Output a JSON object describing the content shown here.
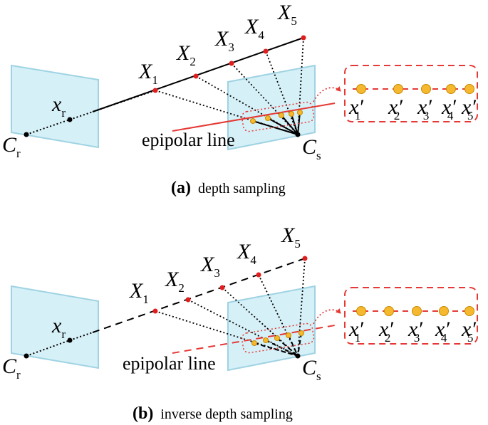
{
  "colors": {
    "plane_fill": "#d6f0f7",
    "plane_stroke": "#9fd3e3",
    "red": "#e53935",
    "red_dot": "#e01e1e",
    "sample": "#f5b82e",
    "sample_stroke": "#c98a00",
    "black": "#000000"
  },
  "panels": [
    {
      "id": "a",
      "caption_letter": "(a)",
      "caption_text": "depth sampling",
      "ref_center": "C",
      "ref_center_sub": "r",
      "src_center": "C",
      "src_center_sub": "s",
      "ref_point": "x",
      "ref_point_sub": "r",
      "epipolar_label": "epipolar line",
      "points": [
        {
          "name": "X",
          "sub": "1"
        },
        {
          "name": "X",
          "sub": "2"
        },
        {
          "name": "X",
          "sub": "3"
        },
        {
          "name": "X",
          "sub": "4"
        },
        {
          "name": "X",
          "sub": "5"
        }
      ],
      "projections": [
        {
          "name": "x′",
          "sub": "1"
        },
        {
          "name": "x′",
          "sub": "2"
        },
        {
          "name": "x′",
          "sub": "3"
        },
        {
          "name": "x′",
          "sub": "4"
        },
        {
          "name": "x′",
          "sub": "5"
        }
      ],
      "ray_style": "solid",
      "epi_style": "solid"
    },
    {
      "id": "b",
      "caption_letter": "(b)",
      "caption_text": "inverse depth sampling",
      "ref_center": "C",
      "ref_center_sub": "r",
      "src_center": "C",
      "src_center_sub": "s",
      "ref_point": "x",
      "ref_point_sub": "r",
      "epipolar_label": "epipolar line",
      "points": [
        {
          "name": "X",
          "sub": "1"
        },
        {
          "name": "X",
          "sub": "2"
        },
        {
          "name": "X",
          "sub": "3"
        },
        {
          "name": "X",
          "sub": "4"
        },
        {
          "name": "X",
          "sub": "5"
        }
      ],
      "projections": [
        {
          "name": "x′",
          "sub": "1"
        },
        {
          "name": "x′",
          "sub": "2"
        },
        {
          "name": "x′",
          "sub": "3"
        },
        {
          "name": "x′",
          "sub": "4"
        },
        {
          "name": "x′",
          "sub": "5"
        }
      ],
      "ray_style": "dashed",
      "epi_style": "dashed"
    }
  ]
}
